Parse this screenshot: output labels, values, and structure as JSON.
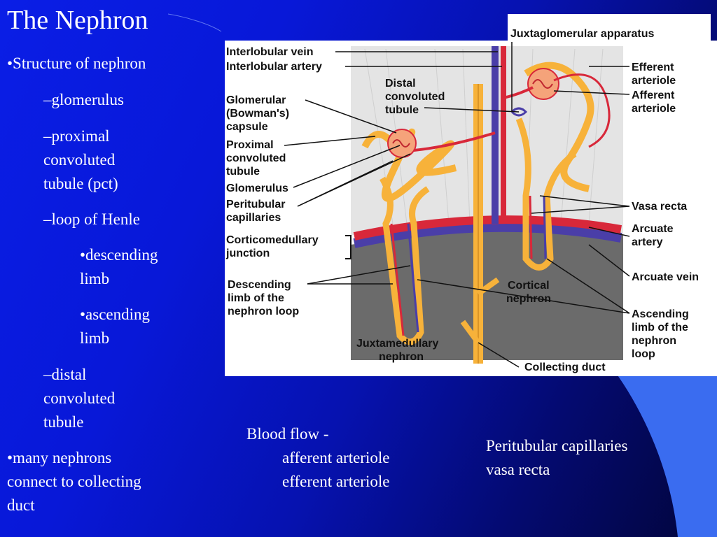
{
  "slide": {
    "title": "The Nephron",
    "outline": [
      {
        "text": "•Structure of nephron",
        "level": 0
      },
      {
        "text": "–glomerulus",
        "level": 1
      },
      {
        "text": "–proximal",
        "level": 1
      },
      {
        "text": "convoluted",
        "level": 1
      },
      {
        "text": "tubule (pct)",
        "level": 1
      },
      {
        "text": "–loop of Henle",
        "level": 1
      },
      {
        "text": "•descending",
        "level": 2
      },
      {
        "text": "limb",
        "level": 2
      },
      {
        "text": "•ascending",
        "level": 2
      },
      {
        "text": "limb",
        "level": 2
      },
      {
        "text": "–distal",
        "level": 1
      },
      {
        "text": "convoluted",
        "level": 1
      },
      {
        "text": "tubule",
        "level": 1
      },
      {
        "text": "•many nephrons",
        "level": 0
      },
      {
        "text": "connect to collecting",
        "level": 0
      },
      {
        "text": "duct",
        "level": 0
      }
    ],
    "blood_flow": {
      "heading": "Blood flow -",
      "line1": "afferent arteriole",
      "line2": "efferent arteriole"
    },
    "capillaries": {
      "line1": "Peritubular capillaries",
      "line2": "vasa recta"
    }
  },
  "diagram": {
    "labels": {
      "juxtaglomerular_apparatus": "Juxtaglomerular apparatus",
      "interlobular_vein": "Interlobular vein",
      "interlobular_artery": "Interlobular artery",
      "distal_1": "Distal",
      "distal_2": "convoluted",
      "distal_3": "tubule",
      "glomerular_1": "Glomerular",
      "glomerular_2": "(Bowman's)",
      "glomerular_3": "capsule",
      "proximal_1": "Proximal",
      "proximal_2": "convoluted",
      "proximal_3": "tubule",
      "glomerulus": "Glomerulus",
      "peritubular_1": "Peritubular",
      "peritubular_2": "capillaries",
      "cortico_1": "Corticomedullary",
      "cortico_2": "junction",
      "descending_1": "Descending",
      "descending_2": "limb of the",
      "descending_3": "nephron loop",
      "juxtamedullary_1": "Juxtamedullary",
      "juxtamedullary_2": "nephron",
      "cortical_1": "Cortical",
      "cortical_2": "nephron",
      "collecting_duct": "Collecting duct",
      "efferent_1": "Efferent",
      "efferent_2": "arteriole",
      "afferent_1": "Afferent",
      "afferent_2": "arteriole",
      "vasa_recta": "Vasa recta",
      "arcuate_artery_1": "Arcuate",
      "arcuate_artery_2": "artery",
      "arcuate_vein": "Arcuate vein",
      "ascending_1": "Ascending",
      "ascending_2": "limb of the",
      "ascending_3": "nephron",
      "ascending_4": "loop"
    },
    "colors": {
      "artery": "#d8283a",
      "vein": "#4a3ea8",
      "tubule": "#f7b23a",
      "tubule_edge": "#c7821a",
      "cortex": "#e6e6e6",
      "medulla": "#6a6a6a"
    }
  }
}
